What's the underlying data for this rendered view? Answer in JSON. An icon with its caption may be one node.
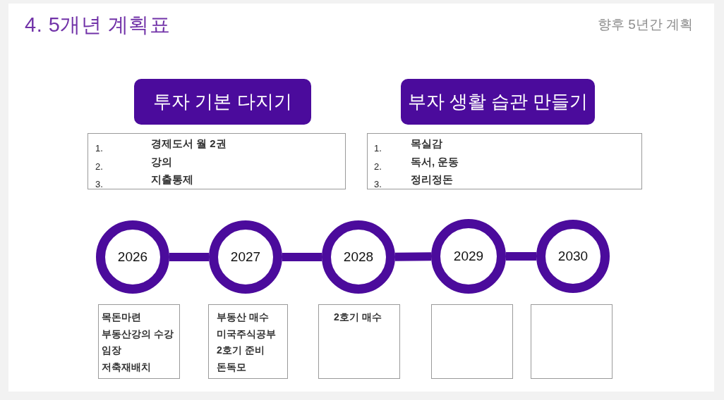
{
  "diagram": {
    "title": "4. 5개년 계획표",
    "nodes": [
      {
        "text": [
          "투자 기본 다지기"
        ]
      },
      {
        "text": [
          "1.",
          "경제도서 월 2권",
          "2.",
          "강의",
          "3.",
          "지출통제"
        ]
      },
      {
        "text": [
          "부자 생활 습관 만들기"
        ]
      },
      {
        "text": [
          "1.",
          "목실감",
          "2.",
          "독서, 운동",
          "3.",
          "정리정돈"
        ]
      },
      {
        "text": [
          "2026"
        ]
      },
      {
        "text": [
          "2027"
        ]
      },
      {
        "text": [
          "2028"
        ]
      },
      {
        "text": [
          "2029"
        ]
      },
      {
        "text": [
          "2030"
        ]
      },
      {
        "text": [
          "목돈마련",
          "부동산강의 수강",
          "임장",
          "저축재배치"
        ]
      },
      {
        "text": [
          "부동산 매수",
          "미국주식공부",
          "2호기 준비",
          "돈독모"
        ]
      },
      {
        "text": [
          "2호기 매수"
        ]
      },
      {
        "text": [],
        "shape": "box"
      },
      {
        "text": [],
        "shape": "box"
      }
    ],
    "edges": [
      {
        "from": 4,
        "to": 5,
        "arrow": "none"
      },
      {
        "from": 5,
        "to": 6,
        "arrow": "none"
      },
      {
        "from": 6,
        "to": 7,
        "arrow": "none"
      },
      {
        "from": 7,
        "to": 8,
        "arrow": "none"
      }
    ],
    "labels": [
      "향후 5년간 계획"
    ]
  }
}
